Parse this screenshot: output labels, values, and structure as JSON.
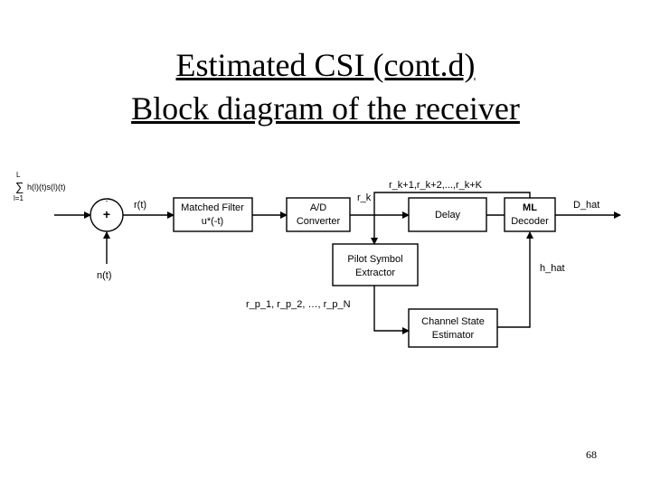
{
  "slide": {
    "title_line1": "Estimated CSI (cont.d)",
    "title_line2": "Block diagram of the receiver",
    "page_number": "68"
  },
  "diagram": {
    "input_sum_top": "L",
    "input_sum_symbol": "∑",
    "input_sum_bottom": "l=1",
    "input_term": "h(l)(t)s(l)(t)",
    "adder_symbol": "+",
    "adder_minus": "-",
    "signal_rt": "r(t)",
    "signal_nt": "n(t)",
    "matched_filter_line1": "Matched Filter",
    "matched_filter_line2": "u*(-t)",
    "adc_line1": "A/D",
    "adc_line2": "Converter",
    "signal_rk": "r_k",
    "signal_rk_future": "r_k+1,r_k+2,...,r_k+K",
    "delay": "Delay",
    "ml_line1": "ML",
    "ml_line2": "Decoder",
    "signal_dhat": "D_hat",
    "pilot_line1": "Pilot Symbol",
    "pilot_line2": "Extractor",
    "signal_hhat": "h_hat",
    "signal_pilots": "r_p_1, r_p_2, …, r_p_N",
    "cse_line1": "Channel State",
    "cse_line2": "Estimator"
  }
}
